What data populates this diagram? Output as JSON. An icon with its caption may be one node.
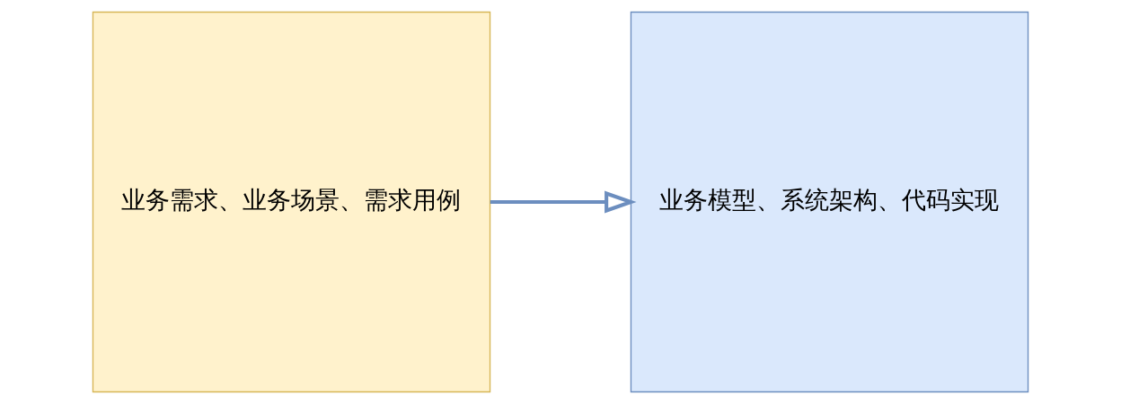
{
  "diagram": {
    "nodes": [
      {
        "text": [
          "业务需求、业务场景、需求用例"
        ]
      },
      {
        "text": [
          "业务模型、系统架构、代码实现"
        ]
      }
    ],
    "edges": [
      {
        "from": 0,
        "to": 1,
        "arrow": "to"
      }
    ]
  }
}
